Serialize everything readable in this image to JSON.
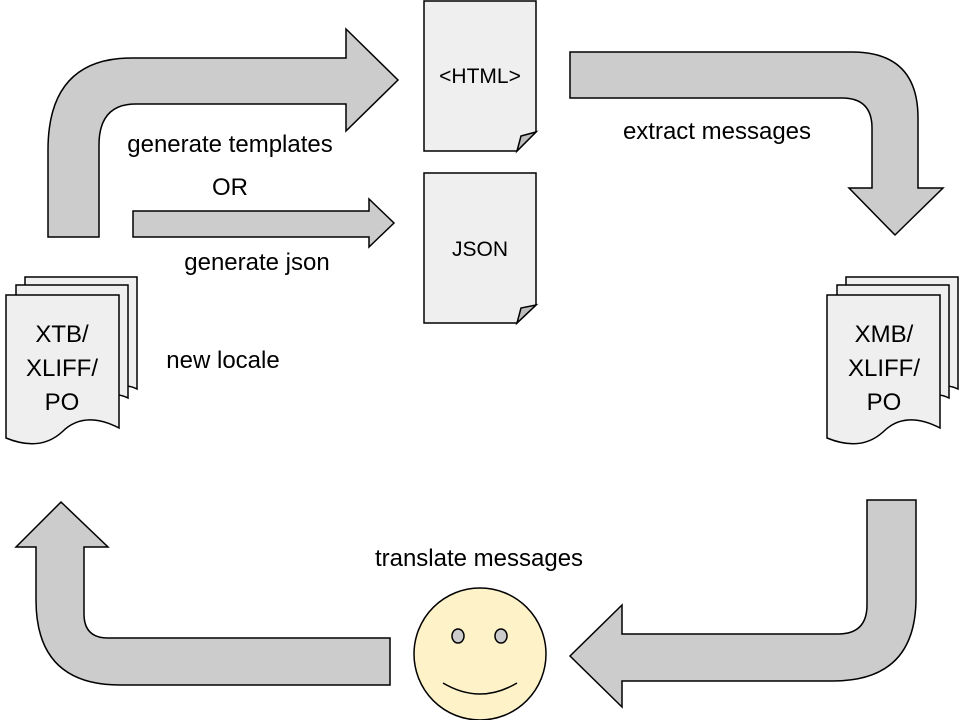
{
  "diagram": {
    "labels": {
      "generate_templates": "generate templates",
      "or": "OR",
      "generate_json": "generate json",
      "new_locale": "new locale",
      "extract_messages": "extract messages",
      "translate_messages": "translate messages"
    },
    "documents": {
      "html_doc": "<HTML>",
      "json_doc": "JSON",
      "source_stack": [
        "XTB/",
        "XLIFF/",
        "PO"
      ],
      "extracted_stack": [
        "XMB/",
        "XLIFF/",
        "PO"
      ]
    },
    "translator": {
      "icon": "smiley-face-icon",
      "color": "#fdf2c8"
    },
    "colors": {
      "arrow_fill": "#cccccc",
      "doc_fill": "#efefef",
      "stroke": "#000000"
    }
  }
}
